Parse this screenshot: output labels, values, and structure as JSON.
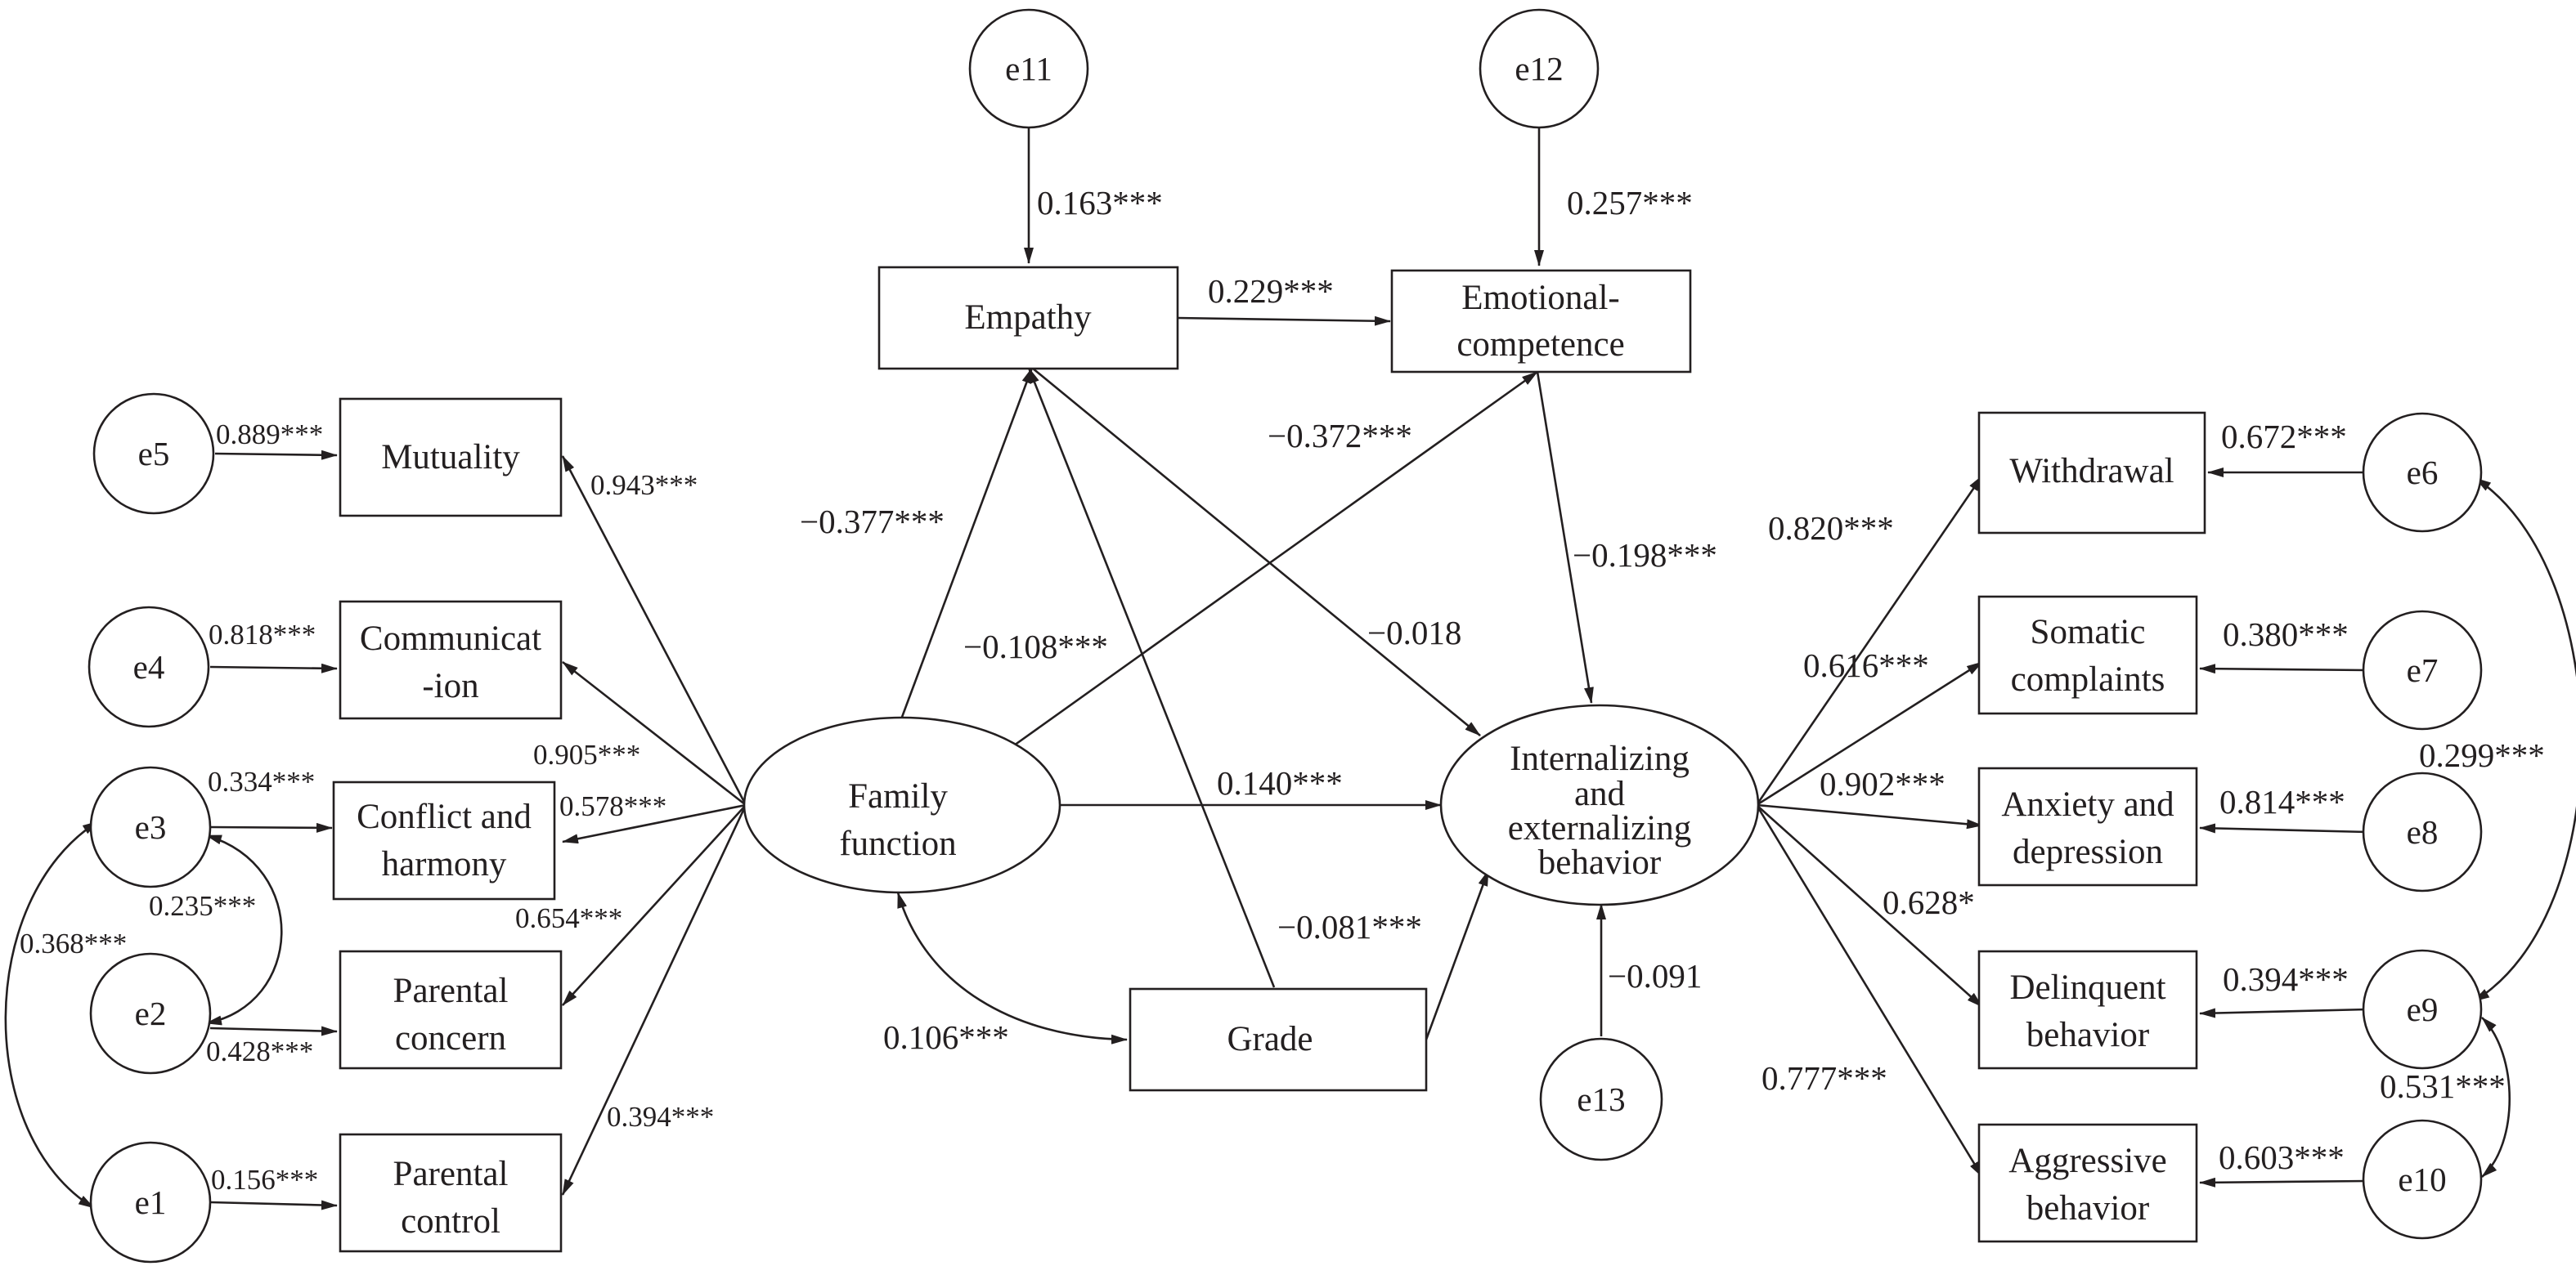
{
  "nodes": {
    "empathy": {
      "lines": [
        "Empathy"
      ]
    },
    "emotional": {
      "lines": [
        "Emotional-",
        "competence"
      ]
    },
    "mutuality": {
      "lines": [
        "Mutuality"
      ]
    },
    "communication": {
      "lines": [
        "Communicat",
        "-ion"
      ]
    },
    "conflict": {
      "lines": [
        "Conflict and",
        "harmony"
      ]
    },
    "concern": {
      "lines": [
        "Parental",
        "concern"
      ]
    },
    "control": {
      "lines": [
        "Parental",
        "control"
      ]
    },
    "grade": {
      "lines": [
        "Grade"
      ]
    },
    "family": {
      "lines": [
        "Family",
        "function"
      ]
    },
    "behavior": {
      "lines": [
        "Internalizing",
        "and",
        "externalizing",
        "behavior"
      ]
    },
    "withdrawal": {
      "lines": [
        "Withdrawal"
      ]
    },
    "somatic": {
      "lines": [
        "Somatic",
        "complaints"
      ]
    },
    "anxiety": {
      "lines": [
        "Anxiety and",
        "depression"
      ]
    },
    "delinquent": {
      "lines": [
        "Delinquent",
        "behavior"
      ]
    },
    "aggressive": {
      "lines": [
        "Aggressive",
        "behavior"
      ]
    },
    "e1": {
      "lines": [
        "e1"
      ]
    },
    "e2": {
      "lines": [
        "e2"
      ]
    },
    "e3": {
      "lines": [
        "e3"
      ]
    },
    "e4": {
      "lines": [
        "e4"
      ]
    },
    "e5": {
      "lines": [
        "e5"
      ]
    },
    "e6": {
      "lines": [
        "e6"
      ]
    },
    "e7": {
      "lines": [
        "e7"
      ]
    },
    "e8": {
      "lines": [
        "e8"
      ]
    },
    "e9": {
      "lines": [
        "e9"
      ]
    },
    "e10": {
      "lines": [
        "e10"
      ]
    },
    "e11": {
      "lines": [
        "e11"
      ]
    },
    "e12": {
      "lines": [
        "e12"
      ]
    },
    "e13": {
      "lines": [
        "e13"
      ]
    }
  },
  "coefficients": {
    "e11_empathy": "0.163***",
    "e12_emotional": "0.257***",
    "empathy_emotional": "0.229***",
    "family_empathy": "−0.377***",
    "family_emotional": "−0.372***",
    "grade_empathy": "−0.108***",
    "empathy_behavior": "−0.018",
    "emotional_behavior": "−0.198***",
    "family_behavior": "0.140***",
    "grade_behavior": "−0.081***",
    "family_grade": "0.106***",
    "e13_behavior": "−0.091",
    "e5_mutuality": "0.889***",
    "e4_communication": "0.818***",
    "e3_conflict": "0.334***",
    "e2_concern": "0.428***",
    "e1_control": "0.156***",
    "e3_e2": "0.235***",
    "e3_e1": "0.368***",
    "family_mutuality": "0.943***",
    "family_communication": "0.905***",
    "family_conflict": "0.578***",
    "family_concern": "0.654***",
    "family_control": "0.394***",
    "behavior_withdrawal": "0.820***",
    "behavior_somatic": "0.616***",
    "behavior_anxiety": "0.902***",
    "behavior_delinquent": "0.628*",
    "behavior_aggressive": "0.777***",
    "e6_withdrawal": "0.672***",
    "e7_somatic": "0.380***",
    "e8_anxiety": "0.814***",
    "e9_delinquent": "0.394***",
    "e10_aggressive": "0.603***",
    "e6_e9": "0.299***",
    "e9_e10": "0.531***"
  }
}
